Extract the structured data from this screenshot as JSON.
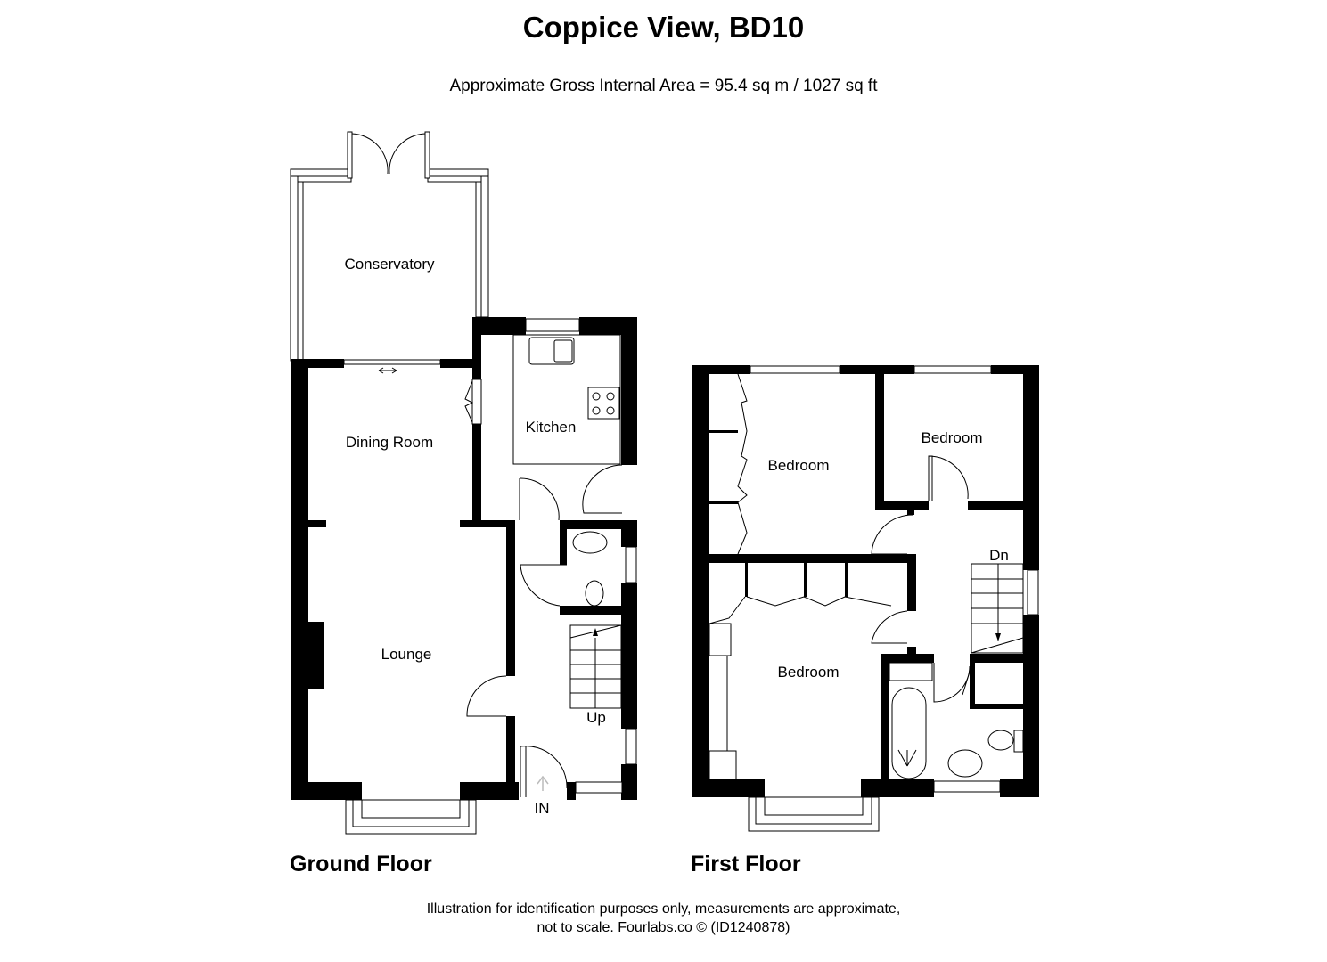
{
  "header": {
    "title": "Coppice View, BD10",
    "area": "Approximate Gross Internal Area = 95.4 sq m / 1027 sq ft"
  },
  "ground_floor": {
    "label": "Ground Floor",
    "rooms": {
      "conservatory": "Conservatory",
      "dining_room": "Dining Room",
      "kitchen": "Kitchen",
      "lounge": "Lounge"
    },
    "stairs_label": "Up",
    "entrance_label": "IN"
  },
  "first_floor": {
    "label": "First Floor",
    "rooms": {
      "bedroom_1": "Bedroom",
      "bedroom_2": "Bedroom",
      "bedroom_3": "Bedroom"
    },
    "stairs_label": "Dn"
  },
  "footer": {
    "line1": "Illustration for identification purposes only, measurements are approximate,",
    "line2": "not to scale. Fourlabs.co © (ID1240878)"
  }
}
